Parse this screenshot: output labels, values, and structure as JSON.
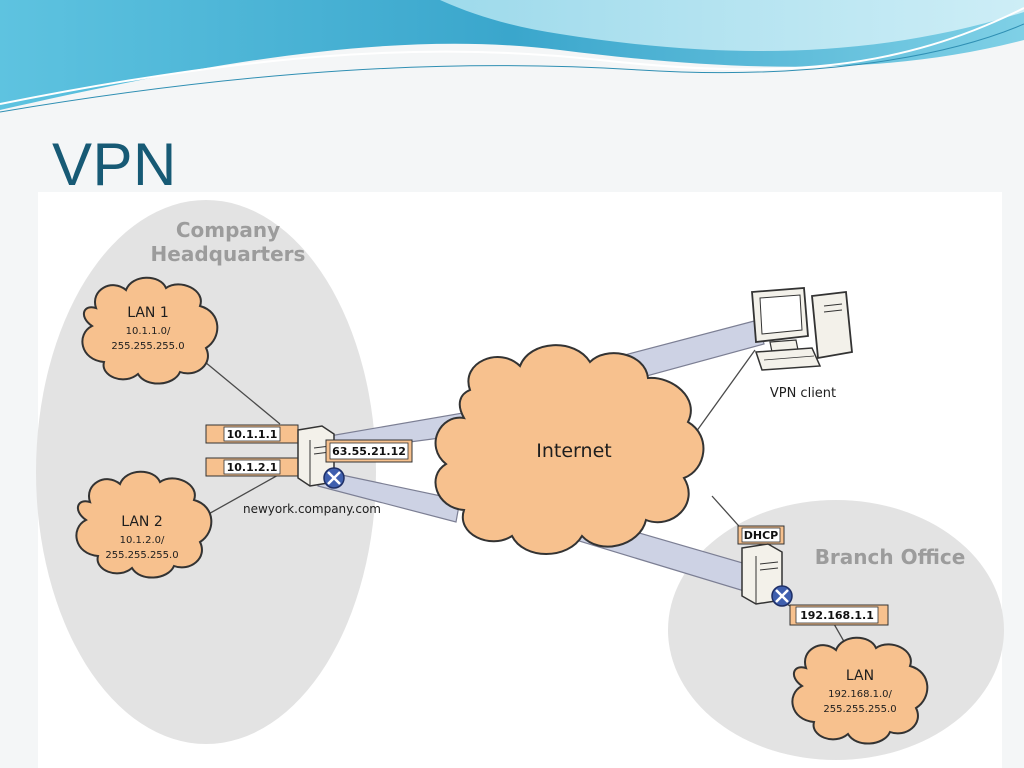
{
  "slide": {
    "title": "VPN",
    "colors": {
      "title": "#175a75",
      "wave": "#4fb3d3",
      "cloud_fill": "#f7c18e",
      "site_fill": "#e3e3e3",
      "tunnel": "#cdd2e4"
    }
  },
  "diagram": {
    "headquarters": {
      "label_line1": "Company",
      "label_line2": "Headquarters",
      "lan1": {
        "name": "LAN 1",
        "network": "10.1.1.0/",
        "mask": "255.255.255.0"
      },
      "lan2": {
        "name": "LAN 2",
        "network": "10.1.2.0/",
        "mask": "255.255.255.0"
      },
      "interface1_ip": "10.1.1.1",
      "interface2_ip": "10.1.2.1",
      "public_ip": "63.55.21.12",
      "hostname": "newyork.company.com",
      "router_icon": "router-icon",
      "server_icon": "server-icon"
    },
    "internet": {
      "label": "Internet",
      "icon": "cloud-icon"
    },
    "vpn_client": {
      "label": "VPN client",
      "icon": "desktop-computer-icon"
    },
    "branch": {
      "label": "Branch Office",
      "dhcp_label": "DHCP",
      "router_ip": "192.168.1.1",
      "lan": {
        "name": "LAN",
        "network": "192.168.1.0/",
        "mask": "255.255.255.0"
      },
      "router_icon": "router-icon"
    }
  }
}
